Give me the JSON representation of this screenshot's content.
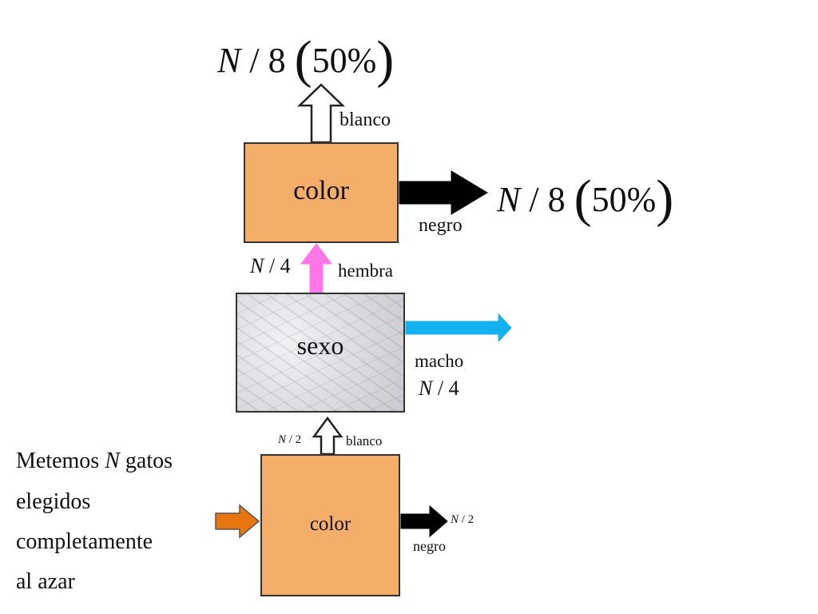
{
  "top_output": {
    "n": "N",
    "rest": " / 8 ",
    "paren_open": "(",
    "pct": "50%",
    "paren_close": ")"
  },
  "right_output": {
    "n": "N",
    "rest": " / 8 ",
    "paren_open": "(",
    "pct": "50%",
    "paren_close": ")"
  },
  "color_top": {
    "label": "color",
    "out_up_label": "blanco",
    "out_right_label": "negro"
  },
  "hembra_branch": {
    "label": "hembra",
    "count_n": "N",
    "count_rest": " / 4"
  },
  "sexo_box": {
    "label": "sexo"
  },
  "macho_branch": {
    "label": "macho",
    "count_n": "N",
    "count_rest": " / 4"
  },
  "color_bottom": {
    "label": "color",
    "out_up_label": "blanco",
    "out_up_count_n": "N",
    "out_up_count_rest": " / 2",
    "out_right_label": "negro",
    "out_right_count_n": "N",
    "out_right_count_rest": " / 2"
  },
  "intro": {
    "line1_a": "Metemos ",
    "line1_n": "N",
    "line1_b": " gatos",
    "line2": "elegidos",
    "line3": "completamente",
    "line4": "al azar"
  },
  "colors": {
    "orange_box": "#f5ad6a",
    "pink_arrow": "#ff77e6",
    "cyan_arrow": "#14b1f0",
    "input_arrow": "#e8760f",
    "black_arrow": "#000000"
  },
  "icons": [
    "hollow-up-arrow",
    "black-right-arrow",
    "pink-up-arrow",
    "cyan-right-arrow",
    "orange-right-arrow"
  ]
}
